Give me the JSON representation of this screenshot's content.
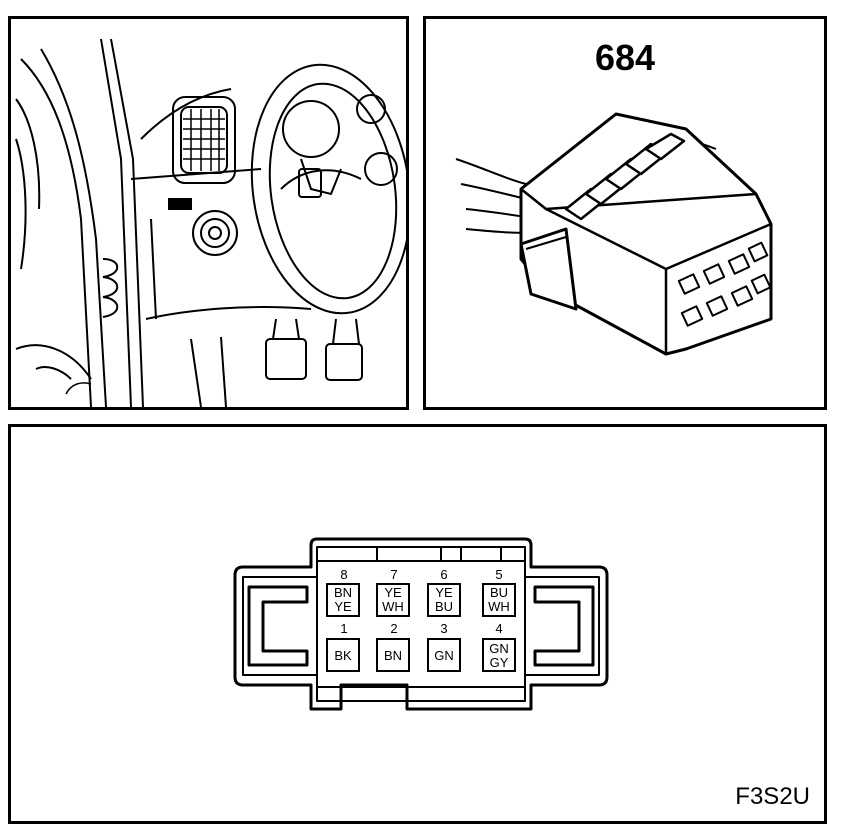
{
  "diagram": {
    "part_number": "684",
    "figure_code": "F3S2U",
    "pins": [
      {
        "number": "8",
        "wire": [
          "BN",
          "YE"
        ]
      },
      {
        "number": "7",
        "wire": [
          "YE",
          "WH"
        ]
      },
      {
        "number": "6",
        "wire": [
          "YE",
          "BU"
        ]
      },
      {
        "number": "5",
        "wire": [
          "BU",
          "WH"
        ]
      },
      {
        "number": "1",
        "wire": [
          "BK"
        ]
      },
      {
        "number": "2",
        "wire": [
          "BN"
        ]
      },
      {
        "number": "3",
        "wire": [
          "GN"
        ]
      },
      {
        "number": "4",
        "wire": [
          "GN",
          "GY"
        ]
      }
    ]
  }
}
